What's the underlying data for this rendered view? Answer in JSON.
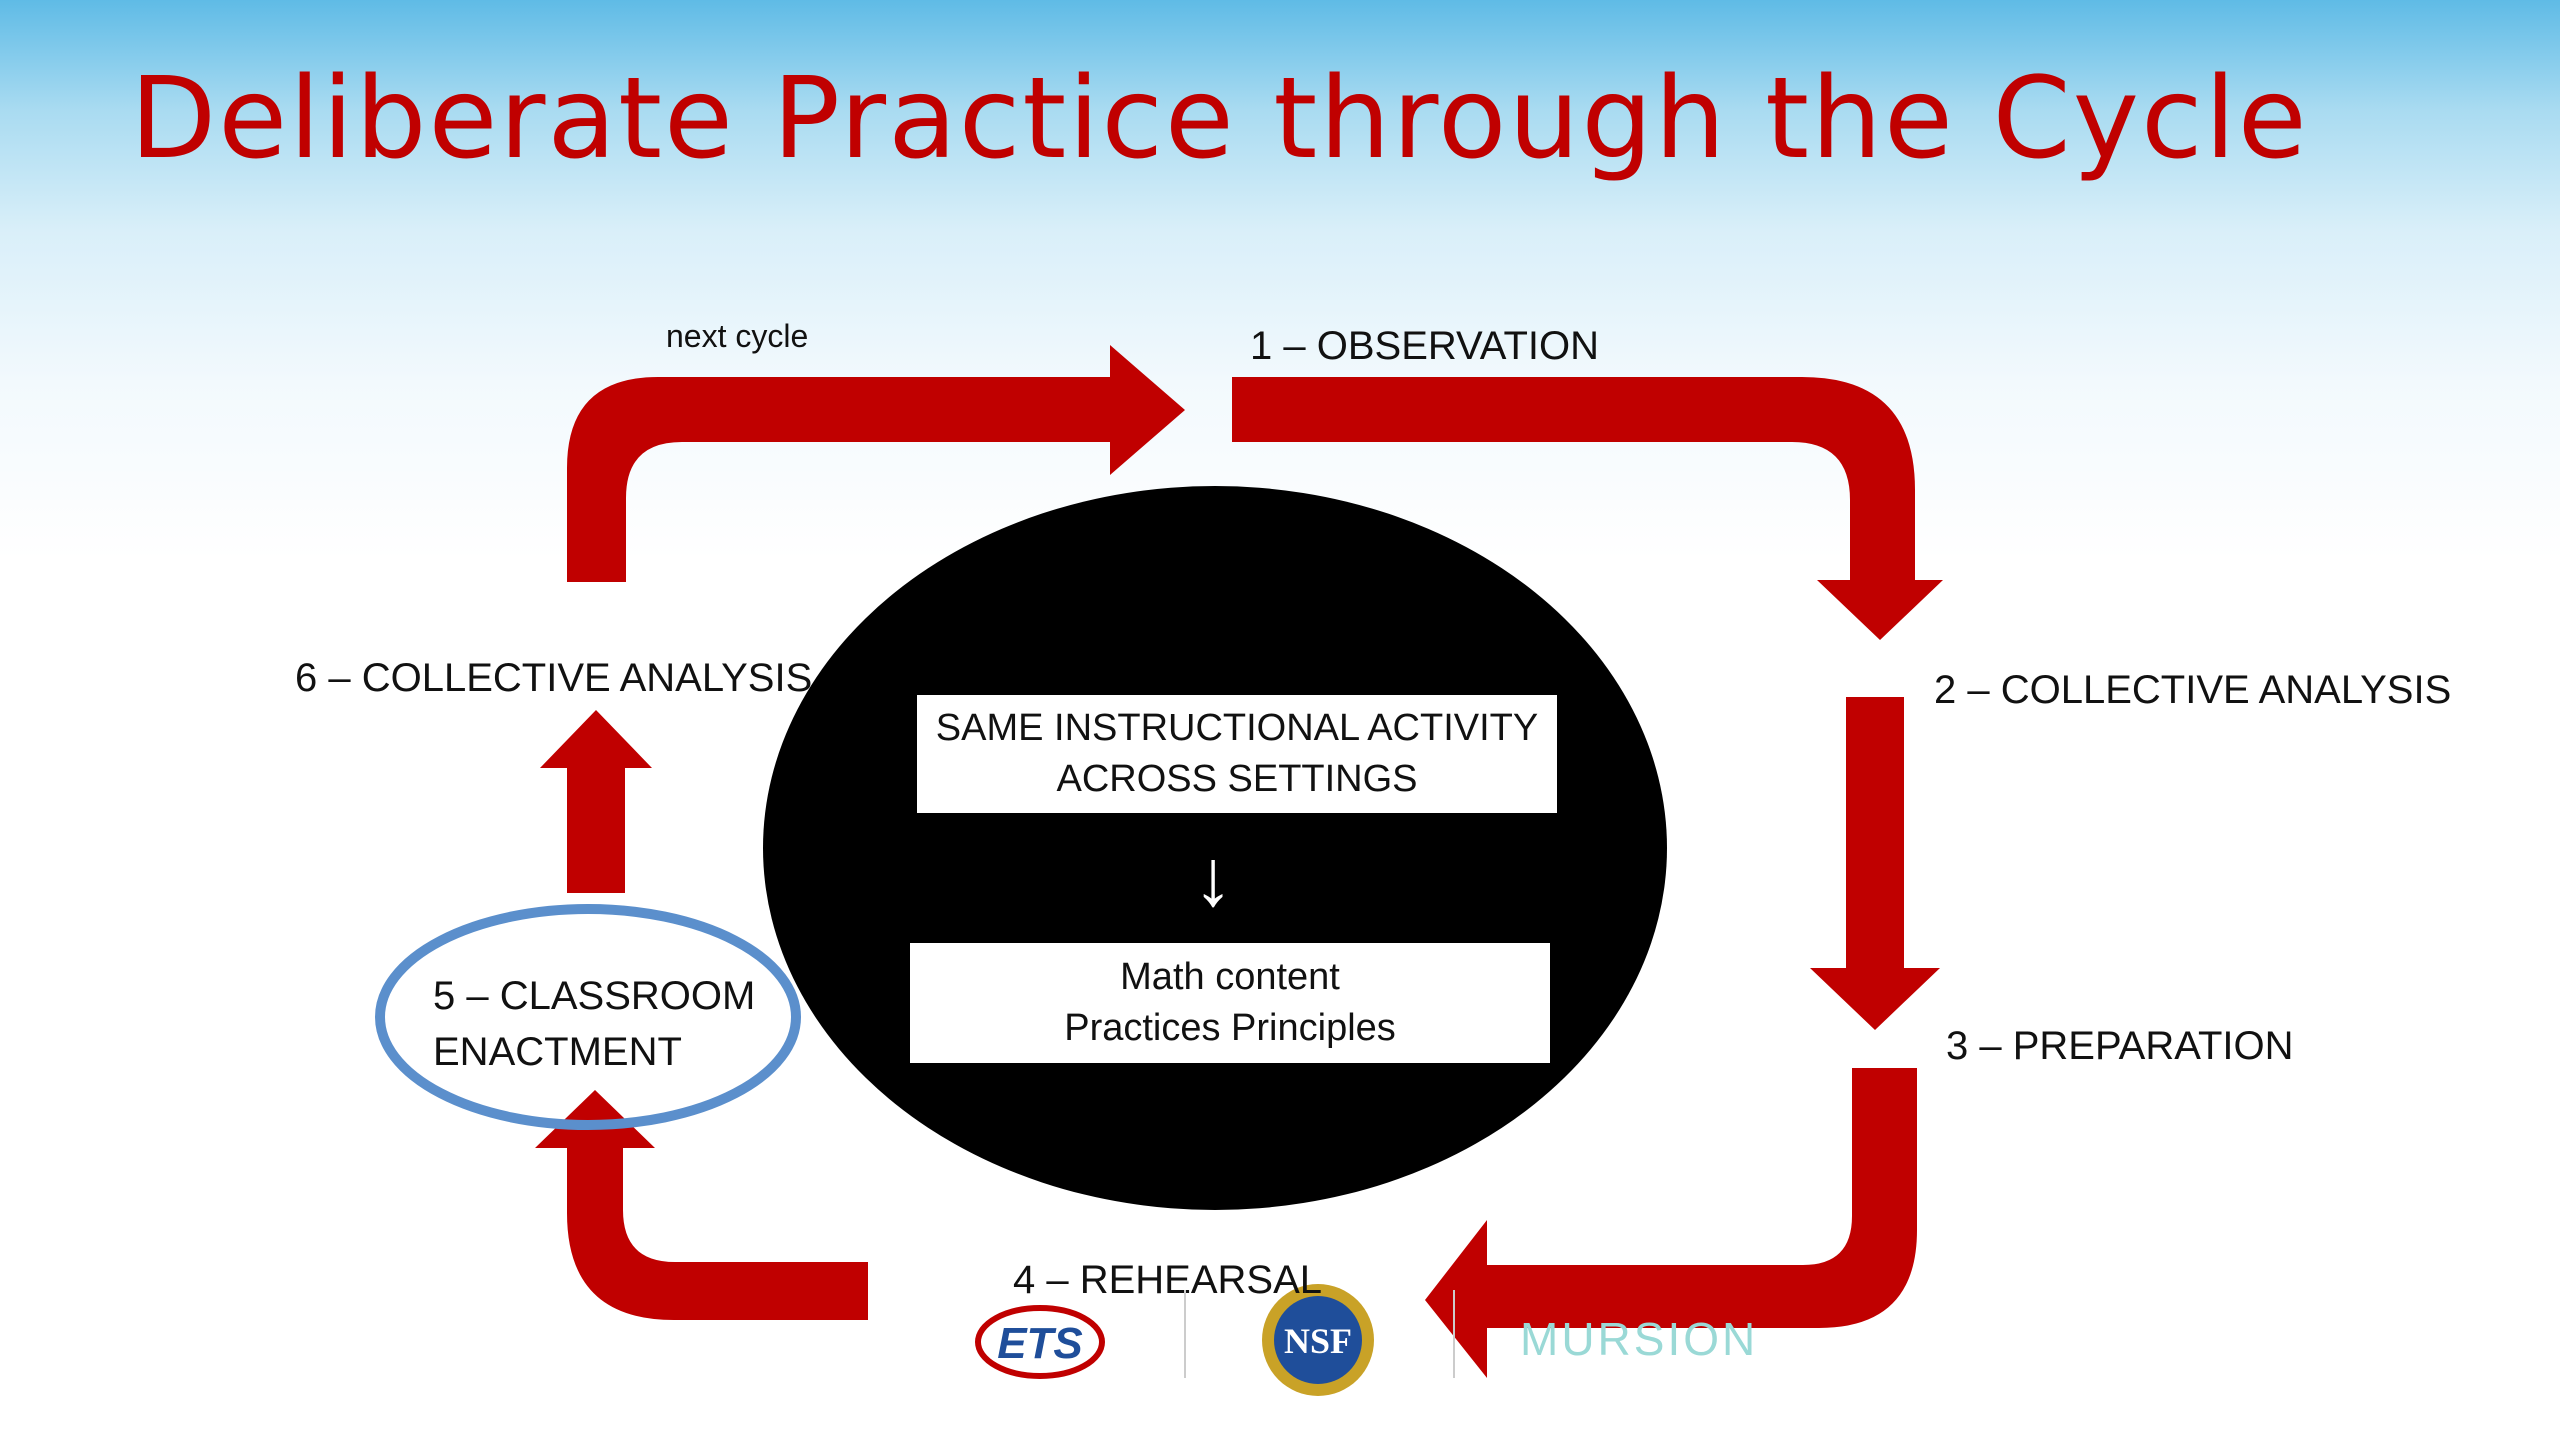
{
  "title": "Deliberate Practice through the Cycle",
  "colors": {
    "title": "#c00000",
    "arrow": "#c00000",
    "center_ellipse": "#000000",
    "highlight_ring": "#5b8fcc",
    "logo_blue": "#1f4e9a",
    "mursion": "#9ad9d6"
  },
  "next_cycle_label": "next cycle",
  "stages": {
    "observation": "1 – OBSERVATION",
    "collective_analysis_2": "2 – COLLECTIVE ANALYSIS",
    "preparation": "3 – PREPARATION",
    "rehearsal": "4 – REHEARSAL",
    "classroom_enactment_line1": "5 – CLASSROOM",
    "classroom_enactment_line2": "ENACTMENT",
    "collective_analysis_6": "6 – COLLECTIVE ANALYSIS"
  },
  "center": {
    "box1_line1": "SAME INSTRUCTIONAL ACTIVITY",
    "box1_line2": "ACROSS SETTINGS",
    "arrow_glyph": "↓",
    "box2_line1": "Math content",
    "box2_line2": "Practices Principles"
  },
  "logos": {
    "ets": "ETS",
    "nsf": "NSF",
    "mursion": "MURSION"
  }
}
